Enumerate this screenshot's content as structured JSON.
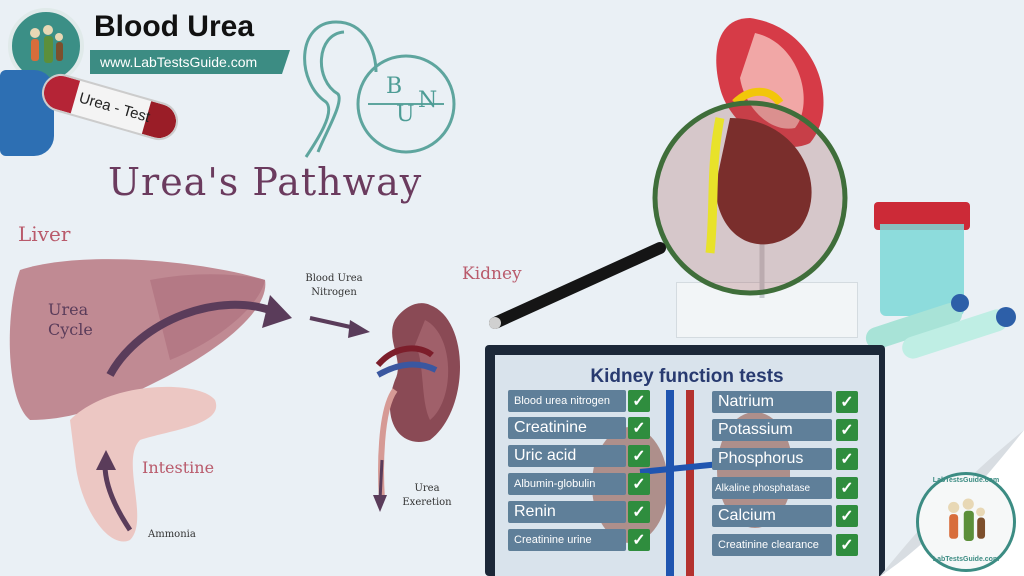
{
  "header": {
    "title": "Blood Urea",
    "url": "www.LabTestsGuide.com"
  },
  "tube": {
    "label": "Urea - Test"
  },
  "bun": {
    "letters": [
      "B",
      "U",
      "N"
    ]
  },
  "pathway": {
    "title": "Urea's Pathway",
    "liver": "Liver",
    "urea_cycle_line1": "Urea",
    "urea_cycle_line2": "Cycle",
    "intestine": "Intestine",
    "ammonia": "Ammonia",
    "bun_line1": "Blood Urea",
    "bun_line2": "Nitrogen",
    "kidney": "Kidney",
    "excretion_line1": "Urea",
    "excretion_line2": "Exeretion"
  },
  "panel": {
    "title": "Kidney function tests",
    "left_tests": [
      "Blood urea nitrogen",
      "Creatinine",
      "Uric acid",
      "Albumin-globulin",
      "Renin",
      "Creatinine urine"
    ],
    "right_tests": [
      "Natrium",
      "Potassium",
      "Phosphorus",
      "Alkaline phosphatase",
      "Calcium",
      "Creatinine clearance"
    ],
    "check_glyph": "✓"
  },
  "watermark": {
    "top_text": "LabTestsGuide.com",
    "bottom_text": "LabTestsGuide.com"
  },
  "colors": {
    "accent": "#3c8c83",
    "title_purple": "#6b3b5e",
    "label_pink": "#b95a6b",
    "panel_blue": "#283a70",
    "check_green": "#2f8d3e"
  }
}
